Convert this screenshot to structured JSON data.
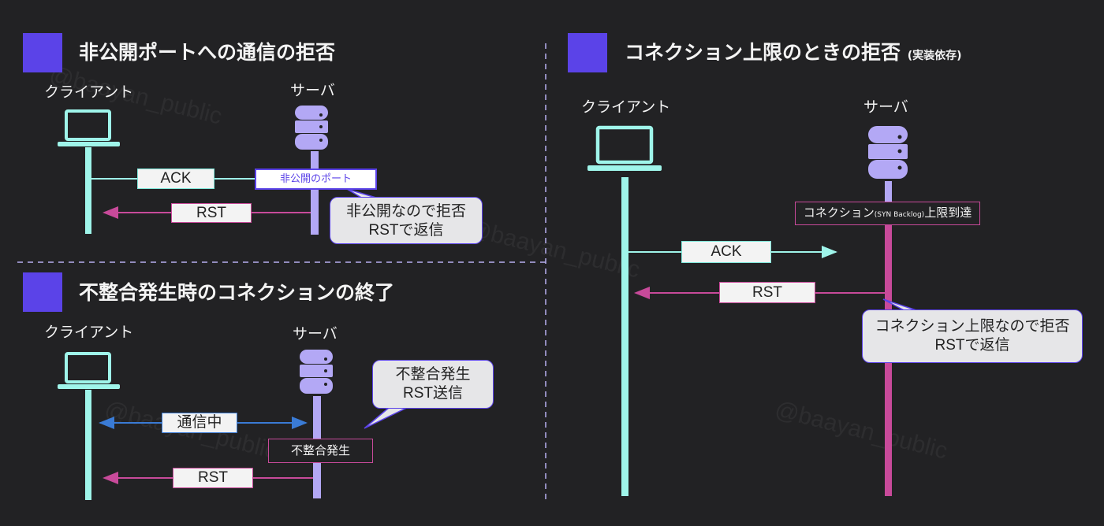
{
  "sections": {
    "top_left": {
      "title": "非公開ポートへの通信の拒否",
      "client": "クライアント",
      "server": "サーバ",
      "msg_ack": "ACK",
      "msg_rst": "RST",
      "state": "非公開のポート",
      "note_line1": "非公開なので拒否",
      "note_line2": "RSTで返信"
    },
    "bottom_left": {
      "title": "不整合発生時のコネクションの終了",
      "client": "クライアント",
      "server": "サーバ",
      "msg_comm": "通信中",
      "msg_rst": "RST",
      "state": "不整合発生",
      "note_line1": "不整合発生",
      "note_line2": "RST送信"
    },
    "right": {
      "title": "コネクション上限のときの拒否",
      "title_suffix": "(実装依存)",
      "client": "クライアント",
      "server": "サーバ",
      "state_prefix": "コネクション",
      "state_small": "(SYN Backlog)",
      "state_suffix": "上限到達",
      "msg_ack": "ACK",
      "msg_rst": "RST",
      "note_line1": "コネクション上限なので拒否",
      "note_line2": "RSTで返信"
    }
  },
  "watermark": "@baayan_public",
  "colors": {
    "background": "#222224",
    "accent": "#5b43e8",
    "client_line": "#9ff5ea",
    "server_line": "#b3a8f5",
    "rst_arrow": "#c84a9a",
    "comm_arrow": "#3a7bd5"
  },
  "icons": {
    "client": "laptop-icon",
    "server": "database-server-icon"
  }
}
